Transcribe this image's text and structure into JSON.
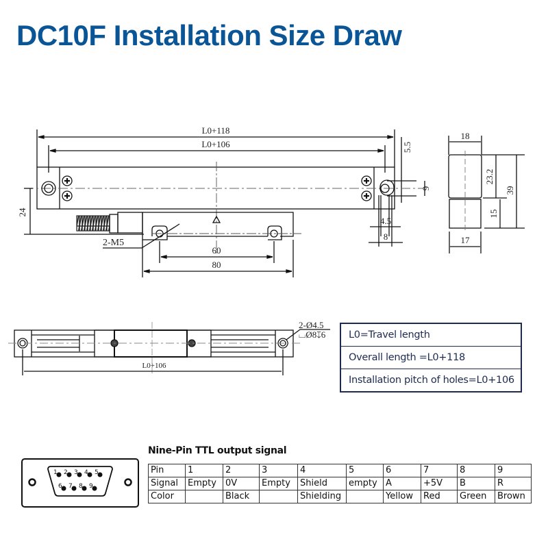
{
  "title": "DC10F Installation Size Draw",
  "colors": {
    "title": "#0a5596",
    "legend_border": "#1e2a50",
    "line": "#111111"
  },
  "front_view": {
    "overall_length": "L0+118",
    "hole_pitch": "L0+106",
    "height_24": "24",
    "thread": "2-M5",
    "reader_hole_pitch": "60",
    "reader_length": "80",
    "end_offset": "5.5",
    "slot_width": "9",
    "slot_length": "8",
    "hole_dia": "4.5"
  },
  "side_view": {
    "top_width": "18",
    "bottom_width": "17",
    "upper_height": "23.2",
    "total_height": "39",
    "lower_height": "15"
  },
  "top_view": {
    "hole_pitch": "L0+106",
    "hole_spec_line1": "2-Ø4.5",
    "hole_spec_line2": "⌴Ø8↧6"
  },
  "legend": {
    "items": [
      "L0=Travel length",
      "Overall length =L0+118",
      "Installation pitch of holes=L0+106"
    ]
  },
  "connector": {
    "pin_labels_top": [
      "1",
      "2",
      "3",
      "4",
      "5"
    ],
    "pin_labels_bottom": [
      "6",
      "7",
      "8",
      "9"
    ]
  },
  "pin_table": {
    "title": "Nine-Pin TTL  output  signal",
    "rows": [
      {
        "label": "Pin",
        "cells": [
          "1",
          "2",
          "3",
          "4",
          "5",
          "6",
          "7",
          "8",
          "9"
        ]
      },
      {
        "label": "Signal",
        "cells": [
          "Empty",
          "0V",
          "Empty",
          "Shield",
          "empty",
          "A",
          "+5V",
          "B",
          "R"
        ]
      },
      {
        "label": "Color",
        "cells": [
          "",
          "Black",
          "",
          "Shielding",
          "",
          "Yellow",
          "Red",
          "Green",
          "Brown"
        ]
      }
    ]
  }
}
